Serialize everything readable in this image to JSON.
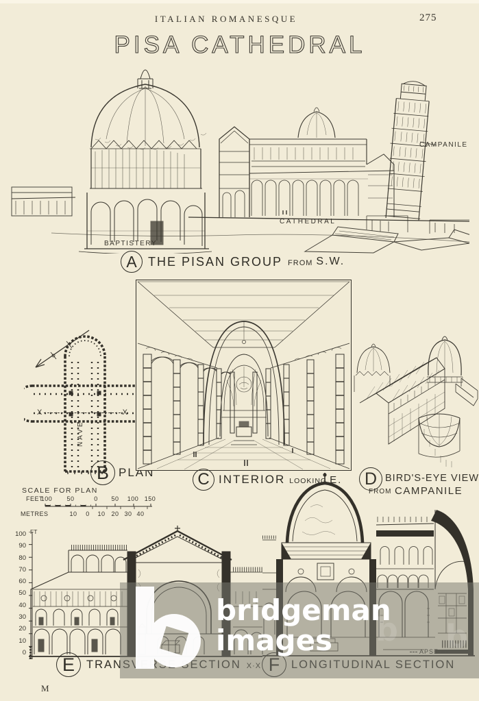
{
  "page": {
    "header": "ITALIAN ROMANESQUE",
    "page_number": "275",
    "title": "PISA CATHEDRAL",
    "printer_mark": "M"
  },
  "colors": {
    "paper": "#f2ecd8",
    "ink": "#36332b",
    "watermark_overlay": "#7a7a71",
    "watermark_text": "#ffffff"
  },
  "figures": {
    "a": {
      "key": "A",
      "caption": "THE PISAN GROUP",
      "qualifier_prefix": "FROM",
      "qualifier": "S.W.",
      "labels": {
        "campanile": "CAMPANILE",
        "cathedral": "CATHEDRAL",
        "baptistery": "BAPTISTERY"
      }
    },
    "b": {
      "key": "B",
      "caption": "PLAN",
      "nave_label": "NAVE",
      "section_mark_left": "X",
      "section_mark_right": "X",
      "scale": {
        "title": "SCALE FOR PLAN",
        "feet_label": "FEET",
        "feet_ticks": [
          "100",
          "50",
          "0",
          "50",
          "100",
          "150"
        ],
        "metres_label": "METRES",
        "metres_ticks": [
          "10",
          "0",
          "10",
          "20",
          "30",
          "40"
        ]
      }
    },
    "c": {
      "key": "C",
      "caption": "INTERIOR",
      "qualifier_prefix": "LOOKING",
      "qualifier": "E."
    },
    "d": {
      "key": "D",
      "caption": "BIRD'S-EYE VIEW",
      "qualifier_prefix": "FROM",
      "qualifier": "CAMPANILE"
    },
    "e": {
      "key": "E",
      "caption": "TRANSVERSE SECTION",
      "qualifier": "X·X"
    },
    "f": {
      "key": "F",
      "caption": "LONGITUDINAL SECTION",
      "apse_label": "APSE"
    }
  },
  "height_scale": {
    "unit": "FT",
    "ticks": [
      "100",
      "90",
      "80",
      "70",
      "60",
      "50",
      "40",
      "30",
      "20",
      "10",
      "0"
    ]
  },
  "watermark": {
    "logo_letter": "b",
    "line1": "bridgeman",
    "line2": "images"
  }
}
